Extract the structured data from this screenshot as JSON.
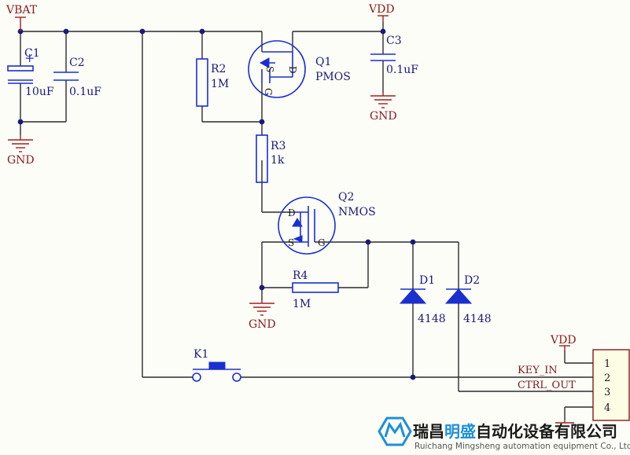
{
  "power": {
    "vbat": "VBAT",
    "vdd": "VDD",
    "gnd": "GND"
  },
  "components": {
    "c1": {
      "ref": "C1",
      "value": "10uF",
      "polarity": "+"
    },
    "c2": {
      "ref": "C2",
      "value": "0.1uF"
    },
    "c3": {
      "ref": "C3",
      "value": "0.1uF"
    },
    "r2": {
      "ref": "R2",
      "value": "1M"
    },
    "r3": {
      "ref": "R3",
      "value": "1k"
    },
    "r4": {
      "ref": "R4",
      "value": "1M"
    },
    "q1": {
      "ref": "Q1",
      "type": "PMOS",
      "g": "G",
      "s": "S",
      "d": "D"
    },
    "q2": {
      "ref": "Q2",
      "type": "NMOS",
      "g": "G",
      "s": "S",
      "d": "D"
    },
    "d1": {
      "ref": "D1",
      "value": "4148"
    },
    "d2": {
      "ref": "D2",
      "value": "4148"
    },
    "k1": {
      "ref": "K1"
    }
  },
  "connector": {
    "pins": [
      "1",
      "2",
      "3",
      "4"
    ],
    "nets": {
      "key_in": "KEY_IN",
      "ctrl_out": "CTRL_OUT"
    }
  },
  "watermark": {
    "company_a": "瑞昌",
    "company_b": "明盛",
    "company_c": "自动化设备有限公司",
    "company_en": "Ruichang Mingsheng automation equipment Co., Ltd",
    "logo_color": "#1e8fd6"
  }
}
